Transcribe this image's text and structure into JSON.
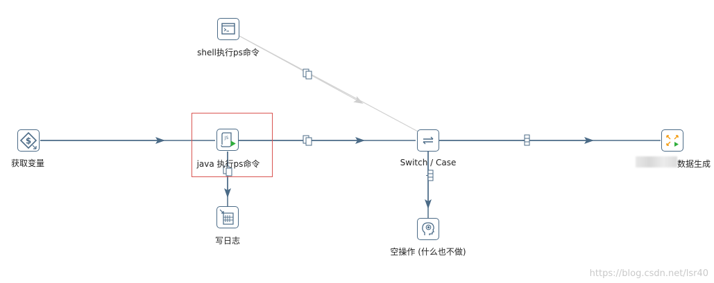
{
  "colors": {
    "hop": "#4a6a86",
    "hop_disabled": "#c8c8c8",
    "selection_border": "#d9534f",
    "node_border": "#4a6a86",
    "accent_green": "#2fae3b",
    "accent_orange": "#f39c12"
  },
  "nodes": {
    "get_variables": {
      "label": "获取变量",
      "icon": "variable-dollar-icon"
    },
    "shell_exec": {
      "label": "shell执行ps命令",
      "icon": "terminal-icon"
    },
    "java_exec": {
      "label": "java 执行ps命令",
      "icon": "javascript-script-icon"
    },
    "switch_case": {
      "label": "Switch / Case",
      "icon": "switch-arrows-icon"
    },
    "data_generate": {
      "label": "数据生成",
      "icon": "data-generator-icon"
    },
    "write_log": {
      "label": "写日志",
      "icon": "write-log-icon"
    },
    "dummy": {
      "label": "空操作 (什么也不做)",
      "icon": "dummy-head-icon"
    }
  },
  "hops": [
    {
      "from": "get_variables",
      "to": "java_exec",
      "style": "enabled",
      "icon": "none"
    },
    {
      "from": "java_exec",
      "to": "switch_case",
      "style": "enabled",
      "icon": "copy-rows-icon"
    },
    {
      "from": "shell_exec",
      "to": "switch_case",
      "style": "disabled",
      "icon": "copy-rows-icon"
    },
    {
      "from": "switch_case",
      "to": "data_generate",
      "style": "enabled",
      "icon": "target-step-icon"
    },
    {
      "from": "switch_case",
      "to": "dummy",
      "style": "enabled",
      "icon": "target-step-icon"
    },
    {
      "from": "java_exec",
      "to": "write_log",
      "style": "enabled",
      "icon": "copy-rows-icon"
    }
  ],
  "watermark": "https://blog.csdn.net/lsr40"
}
